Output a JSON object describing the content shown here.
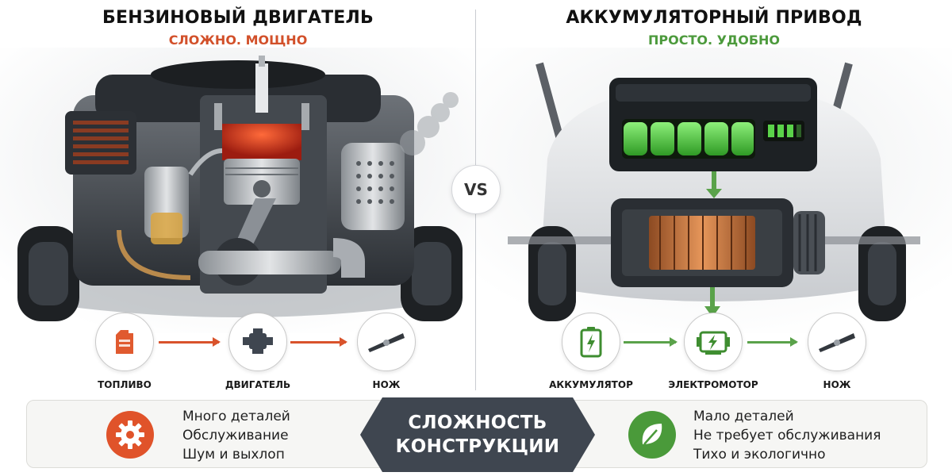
{
  "left": {
    "title": "БЕНЗИНОВЫЙ ДВИГАТЕЛЬ",
    "subtitle": "СЛОЖНО. МОЩНО",
    "flow": [
      {
        "label": "ТОПЛИВО",
        "icon": "fuel-canister-icon"
      },
      {
        "label": "ДВИГАТЕЛЬ",
        "icon": "engine-icon"
      },
      {
        "label": "НОЖ",
        "icon": "blade-icon"
      }
    ],
    "features": [
      "Много деталей",
      "Обслуживание",
      "Шум и выхлоп"
    ],
    "feature_icon": "gear-icon"
  },
  "right": {
    "title": "АККУМУЛЯТОРНЫЙ ПРИВОД",
    "subtitle": "ПРОСТО. УДОБНО",
    "flow": [
      {
        "label": "АККУМУЛЯТОР",
        "icon": "battery-icon"
      },
      {
        "label": "ЭЛЕКТРОМОТОР",
        "icon": "electric-motor-icon"
      },
      {
        "label": "НОЖ",
        "icon": "blade-icon"
      }
    ],
    "features": [
      "Мало деталей",
      "Не требует обслуживания",
      "Тихо и экологично"
    ],
    "feature_icon": "leaf-icon"
  },
  "vs": "VS",
  "center": {
    "line1": "СЛОЖНОСТЬ",
    "line2": "КОНСТРУКЦИИ"
  },
  "colors": {
    "orange": "#d9532c",
    "green": "#4a9a3a",
    "dark": "#3f4650"
  }
}
